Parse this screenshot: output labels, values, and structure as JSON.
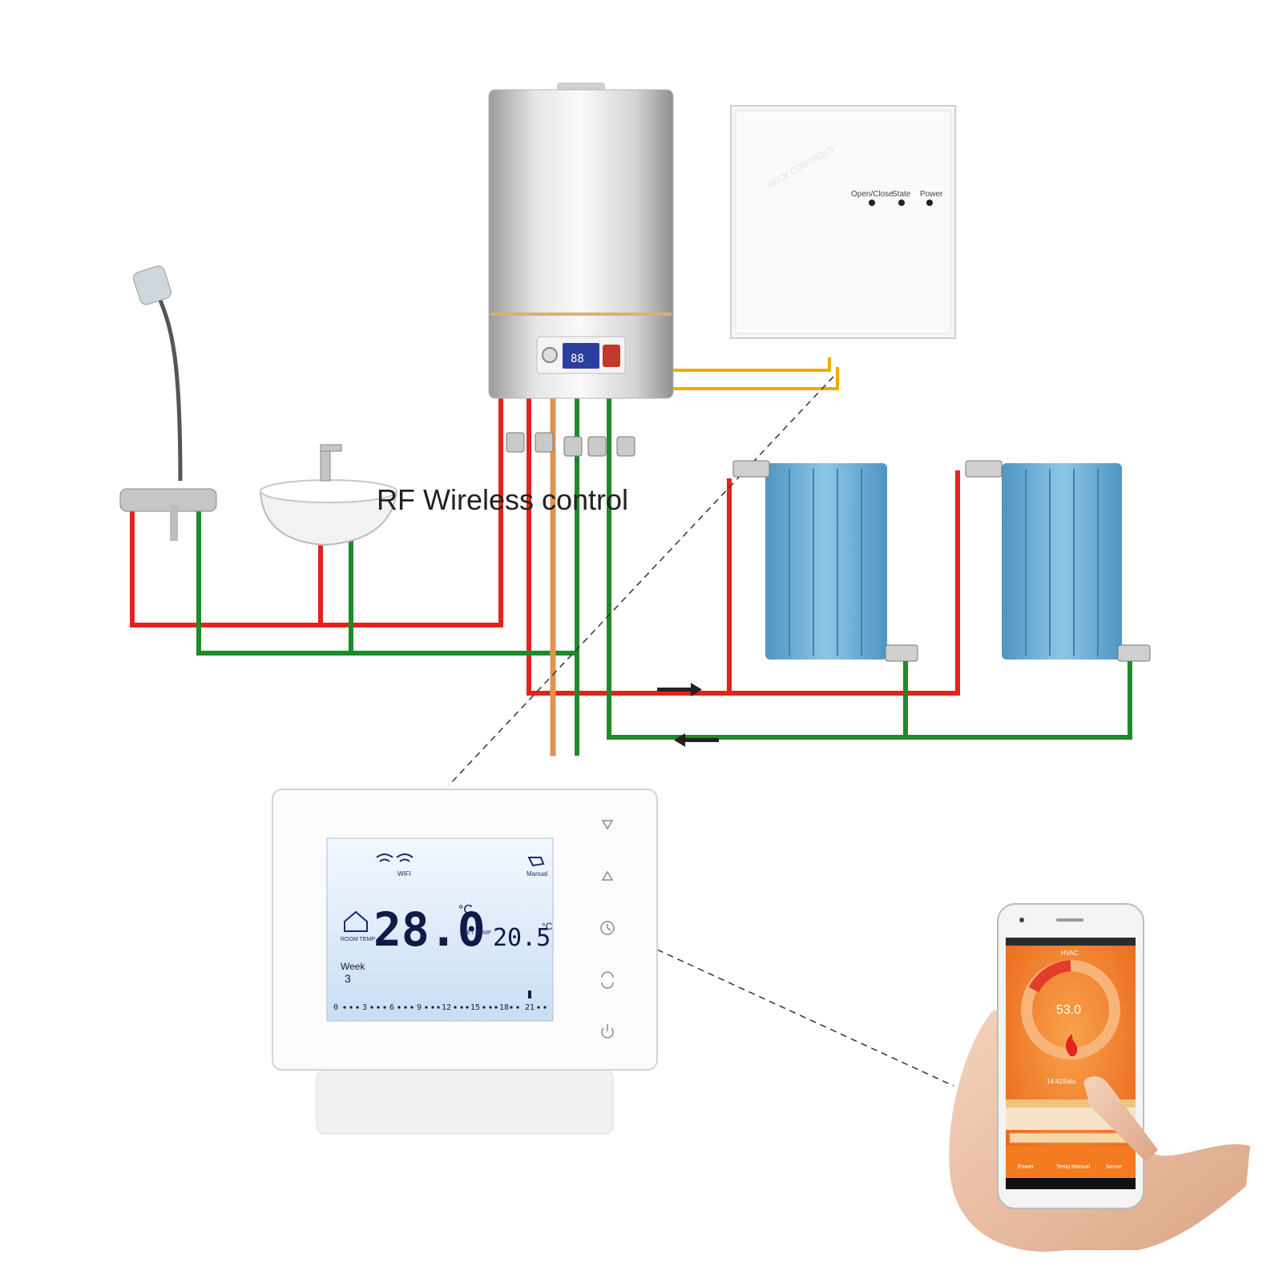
{
  "caption": "RF Wireless control",
  "receiver": {
    "leds": [
      "Open/Close",
      "State",
      "Power"
    ],
    "watermark": "BECK CONTROLS"
  },
  "boiler": {
    "display_value": "88"
  },
  "thermostat": {
    "wifi_label": "WIFI",
    "mode_label": "Manual",
    "room_label": "ROOM TEMP",
    "room_temp": "28.0",
    "room_unit": "°C",
    "set_label": "SET TEMP",
    "set_temp": "20.5",
    "set_unit": "°C",
    "week_label": "Week",
    "week_value": "3",
    "timeline": [
      "0",
      "3",
      "6",
      "9",
      "12",
      "15",
      "18",
      "21"
    ],
    "buttons": [
      "down-arrow",
      "up-arrow",
      "clock",
      "mode",
      "power"
    ]
  },
  "phone": {
    "app_title": "HVAC",
    "temp_value": "53.0",
    "time_text": "14:41Satu",
    "bottom_tabs": [
      "Power",
      "Temp Manual",
      "Sense"
    ]
  },
  "colors": {
    "hot_pipe": "#e3231b",
    "cold_pipe": "#1f8a2a",
    "gas_pipe": "#e4924f",
    "signal_wire": "#f2a900",
    "radiator": "#6fb2da",
    "lcd": "#dcecfb",
    "app_orange": "#f47b20"
  }
}
